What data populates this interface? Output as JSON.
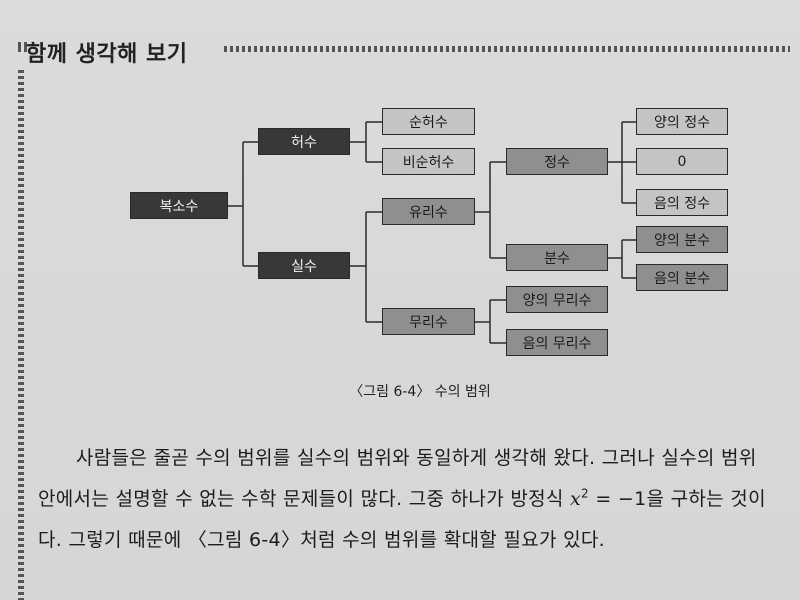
{
  "header": {
    "title": "함께 생각해 보기"
  },
  "diagram": {
    "nodes": {
      "complex": "복소수",
      "imaginary": "허수",
      "real": "실수",
      "pure_imag": "순허수",
      "nonpure_imag": "비순허수",
      "rational": "유리수",
      "irrational": "무리수",
      "integer": "정수",
      "fraction": "분수",
      "pos_int": "양의 정수",
      "zero": "0",
      "neg_int": "음의 정수",
      "pos_frac": "양의 분수",
      "neg_frac": "음의 분수",
      "pos_irr": "양의 무리수",
      "neg_irr": "음의 무리수"
    },
    "caption": "〈그림 6-4〉 수의 범위"
  },
  "body": {
    "text_part1": "사람들은 줄곧 수의 범위를 실수의 범위와 동일하게 생각해 왔다. 그러나 실수의 범위 안에서는 설명할 수 없는 수학 문제들이 많다. 그중 하나가 방정식 ",
    "eq_var": "x",
    "eq_exp": "2",
    "eq_rest": " = −1",
    "text_part2": "을 구하는 것이다. 그렇기 때문에 〈그림 6-4〉처럼 수의 범위를 확대할 필요가 있다."
  }
}
